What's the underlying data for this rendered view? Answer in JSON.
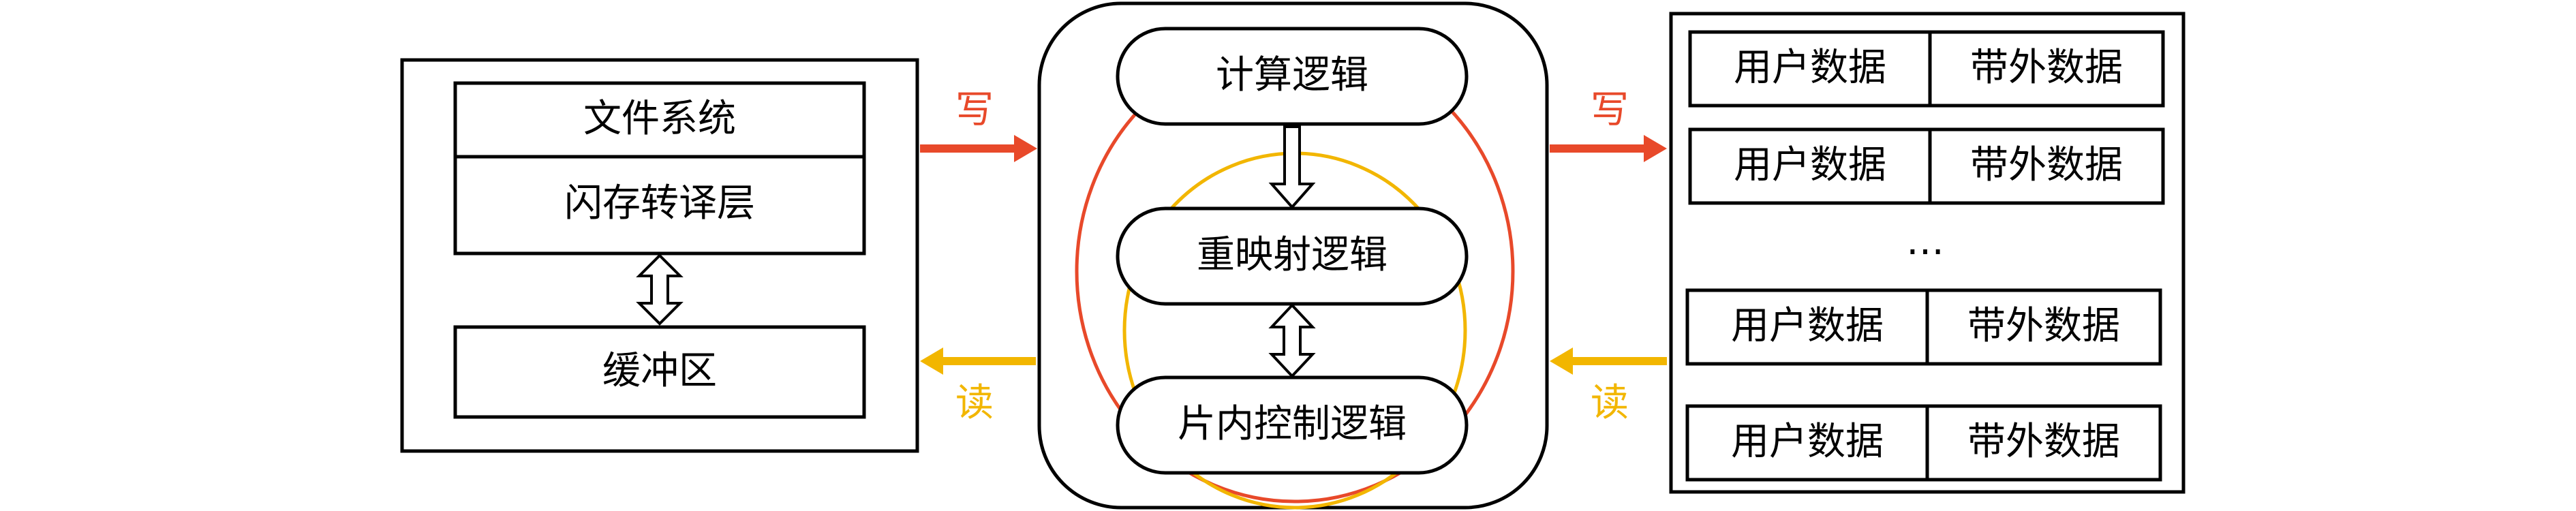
{
  "host": {
    "file_system": "文件系统",
    "ftl": "闪存转译层",
    "buffer": "缓冲区"
  },
  "controller": {
    "compute_logic": "计算逻辑",
    "remap_logic": "重映射逻辑",
    "onchip_logic": "片内控制逻辑"
  },
  "flash": {
    "rows": [
      {
        "user": "用户数据",
        "oob": "带外数据"
      },
      {
        "user": "用户数据",
        "oob": "带外数据"
      },
      {
        "user": "用户数据",
        "oob": "带外数据"
      },
      {
        "user": "用户数据",
        "oob": "带外数据"
      }
    ],
    "ellipsis": "…"
  },
  "arrows": {
    "write_left": "写",
    "read_left": "读",
    "write_right": "写",
    "read_right": "读"
  },
  "colors": {
    "write": "#e8492a",
    "read": "#f2b600",
    "red_circle": "#e8492a",
    "yellow_circle": "#f2b600",
    "line": "#000000"
  }
}
